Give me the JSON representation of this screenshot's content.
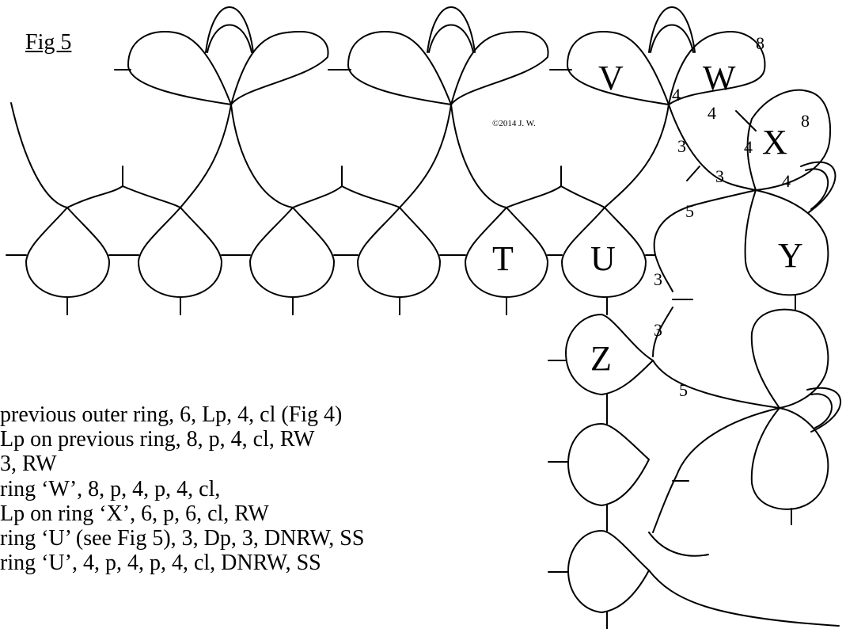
{
  "figure": {
    "title": "Fig 5",
    "copyright": "©2014 J. W."
  },
  "ring_labels": {
    "T": "T",
    "U": "U",
    "V": "V",
    "W": "W",
    "X": "X",
    "Y": "Y",
    "Z": "Z"
  },
  "stitch_counts": {
    "w_top": "8",
    "w_left": "4",
    "w_bottom": "4",
    "x_top": "8",
    "x_left": "4",
    "x_right": "4",
    "chain_a": "3",
    "chain_b": "3",
    "y_chain": "5",
    "u_chain_a": "3",
    "u_chain_b": "3",
    "z_chain": "5"
  },
  "instructions": [
    "previous outer ring, 6, Lp, 4, cl (Fig 4)",
    "Lp on previous ring, 8, p, 4, cl,  RW",
    "3, RW",
    "ring ‘W’, 8, p, 4, p, 4, cl,",
    "Lp on ring ‘X’, 6, p, 6, cl, RW",
    "ring ‘U’ (see Fig 5), 3, Dp, 3, DNRW, SS",
    "ring ‘U’, 4, p, 4, p, 4, cl, DNRW, SS"
  ]
}
